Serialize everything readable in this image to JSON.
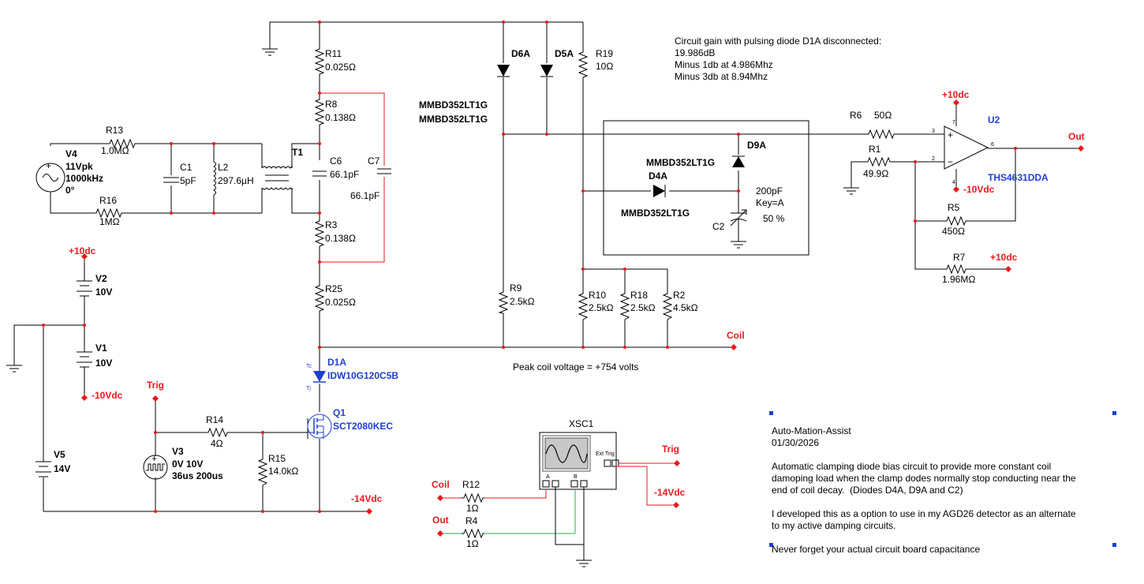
{
  "notes": {
    "gain_title": "Circuit gain with pulsing diode D1A disconnected:",
    "gain_value": "19.986dB",
    "minus1db": "Minus 1db at 4.986Mhz",
    "minus3db": "Minus 3db at 8.94Mhz",
    "peak_voltage": "Peak coil voltage = +754 volts",
    "desc_title": "Auto-Mation-Assist",
    "desc_date": "01/30/2026",
    "desc_p1_l1": "Automatic clamping diode bias circuit to provide more constant coil",
    "desc_p1_l2": "damoping load when the clamp dodes normally stop conducting near the",
    "desc_p1_l3": "end of coil decay.  (Diodes D4A, D9A and C2)",
    "desc_p2_l1": "I developed this as a option to use in my AGD26 detector as an alternate",
    "desc_p2_l2": "to my active damping circuits.",
    "desc_p3": "Never forget your actual circuit board capacitance"
  },
  "components": {
    "R11": {
      "name": "R11",
      "value": "0.025Ω"
    },
    "R8": {
      "name": "R8",
      "value": "0.138Ω"
    },
    "C6": {
      "name": "C6",
      "value": "66.1pF"
    },
    "C7": {
      "name": "C7",
      "value": "66.1pF"
    },
    "R3": {
      "name": "R3",
      "value": "0.138Ω"
    },
    "R25": {
      "name": "R25",
      "value": "0.025Ω"
    },
    "T1": {
      "name": "T1"
    },
    "R13": {
      "name": "R13",
      "value": "1.0MΩ"
    },
    "R16": {
      "name": "R16",
      "value": "1MΩ"
    },
    "V4": {
      "name": "V4",
      "value": "11Vpk",
      "freq": "1000kHz",
      "phase": "0°"
    },
    "C1": {
      "name": "C1",
      "value": "5pF"
    },
    "L2": {
      "name": "L2",
      "value": "297.6µH"
    },
    "V2": {
      "name": "V2",
      "value": "10V"
    },
    "V1": {
      "name": "V1",
      "value": "10V"
    },
    "V5": {
      "name": "V5",
      "value": "14V"
    },
    "D1A": {
      "name": "D1A",
      "part": "IDW10G120C5B"
    },
    "Q1": {
      "name": "Q1",
      "part": "SCT2080KEC"
    },
    "R14": {
      "name": "R14",
      "value": "4Ω"
    },
    "R15": {
      "name": "R15",
      "value": "14.0kΩ"
    },
    "V3": {
      "name": "V3",
      "value": "0V 10V",
      "timing": "36us 200us"
    },
    "D6A": {
      "name": "D6A"
    },
    "D5A": {
      "name": "D5A"
    },
    "D_parts": {
      "line1": "MMBD352LT1G",
      "line2": "MMBD352LT1G"
    },
    "R19": {
      "name": "R19",
      "value": "10Ω"
    },
    "R9": {
      "name": "R9",
      "value": "2.5kΩ"
    },
    "R10": {
      "name": "R10",
      "value": "2.5kΩ"
    },
    "R18": {
      "name": "R18",
      "value": "2.5kΩ"
    },
    "R2": {
      "name": "R2",
      "value": "4.5kΩ"
    },
    "D9A": {
      "name": "D9A",
      "part": "MMBD352LT1G"
    },
    "D4A": {
      "name": "D4A",
      "part": "MMBD352LT1G"
    },
    "C2": {
      "name": "C2",
      "value": "200pF",
      "key": "Key=A",
      "pct": "50 %"
    },
    "R6": {
      "name": "R6",
      "value": "50Ω"
    },
    "R1": {
      "name": "R1",
      "value": "49.9Ω"
    },
    "R5": {
      "name": "R5",
      "value": "450Ω"
    },
    "R7": {
      "name": "R7",
      "value": "1.96MΩ"
    },
    "U2": {
      "name": "U2",
      "part": "THS4631DDA",
      "pin3": "3",
      "pin2": "2",
      "pin6": "6",
      "pin7": "7",
      "pin4": "4"
    },
    "R12": {
      "name": "R12",
      "value": "1Ω"
    },
    "R4": {
      "name": "R4",
      "value": "1Ω"
    },
    "XSC1": {
      "name": "XSC1",
      "chA": "A",
      "chB": "B",
      "ext": "Ext Trig"
    }
  },
  "nets": {
    "plus10_a": "+10dc",
    "plus10_b": "+10dc",
    "plus10_c": "+10dc",
    "minus10_a": "-10Vdc",
    "minus10_b": "-10Vdc",
    "minus14_a": "-14Vdc",
    "minus14_b": "-14Vdc",
    "trig_a": "Trig",
    "trig_b": "Trig",
    "coil_a": "Coil",
    "coil_b": "Coil",
    "out_a": "Out",
    "out_b": "Out"
  },
  "colors": {
    "wire": "#000000",
    "net_label": "#e8191e",
    "part_label": "#1f3fd0",
    "scope_ch_b": "#22b14c",
    "selection_handle": "#1f3fd0"
  }
}
